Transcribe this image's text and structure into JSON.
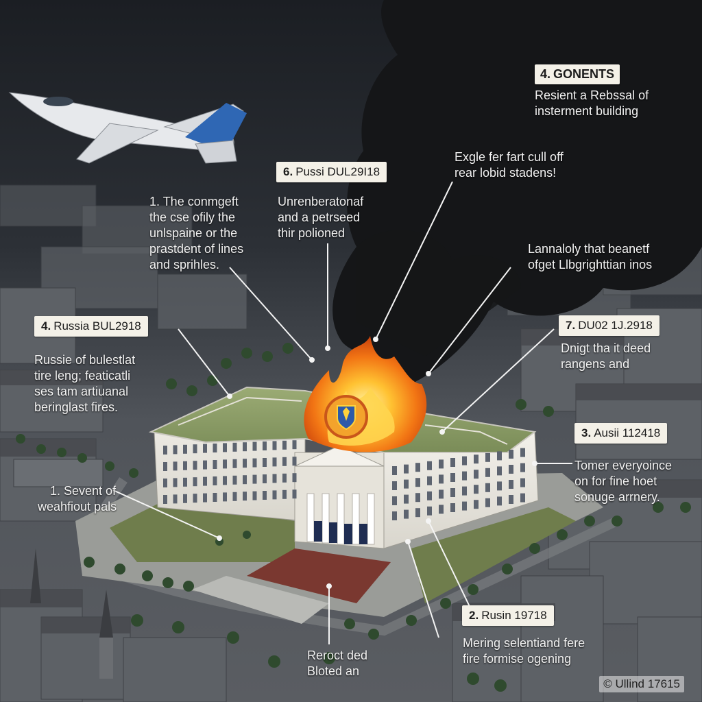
{
  "header": {
    "number": "4.",
    "title": "GONENTS",
    "subtitle_lines": [
      "Resient a Rebssal of",
      "insterment building"
    ]
  },
  "labels": {
    "l6": {
      "number": "6.",
      "text": "Pussi DUL29I18"
    },
    "l4": {
      "number": "4.",
      "text": "Russia BUL2918"
    },
    "l7": {
      "number": "7.",
      "text": "DU02 1J.2918"
    },
    "l3": {
      "number": "3.",
      "text": "Ausii 112418"
    },
    "l2": {
      "number": "2.",
      "text": "Rusin 19718"
    }
  },
  "notes": {
    "n1": [
      "1. The conmgeft",
      "the cse ofily the",
      "unlspaine or the",
      "prastdent of lines",
      "and sprihles."
    ],
    "n_center": [
      "Unrenberatonaf",
      "and a petrseed",
      "thir polioned"
    ],
    "n_explode": [
      "Exgle fer fart cull off",
      "rear lobid stadens!"
    ],
    "n_lann": [
      "Lannaloly that beanetf",
      "ofget Llbgrighttian inos"
    ],
    "n_russie": [
      "Russie of bulestlat",
      "tire leng; featicatli",
      "ses tam artiuanal",
      "beringlast fires."
    ],
    "n_dnigt": [
      "Dnigt tha it deed",
      "rangens and"
    ],
    "n_tomer": [
      "Tomer everyoince",
      "on for fine hoet",
      "sonuge arrnery."
    ],
    "n_sevent": [
      "1. Sevent of",
      "weahfiout pals"
    ],
    "n_meri": [
      "Mering selentiand fere",
      "fire formise ogening"
    ],
    "n_reroct": [
      "Reroct ded",
      "Bloted an"
    ]
  },
  "credit": "© Ullind 17615",
  "icons": {
    "aircraft": "jet-aircraft-icon",
    "fire": "fire-icon",
    "emblem": "coat-of-arms-icon",
    "smoke": "smoke-plume"
  },
  "colors": {
    "sky": "#1e2126",
    "smoke": "#141517",
    "building": "#eceae3",
    "roof": "#8fa06a",
    "fire": "#f07a12",
    "label_bg": "#f4f1e8"
  }
}
